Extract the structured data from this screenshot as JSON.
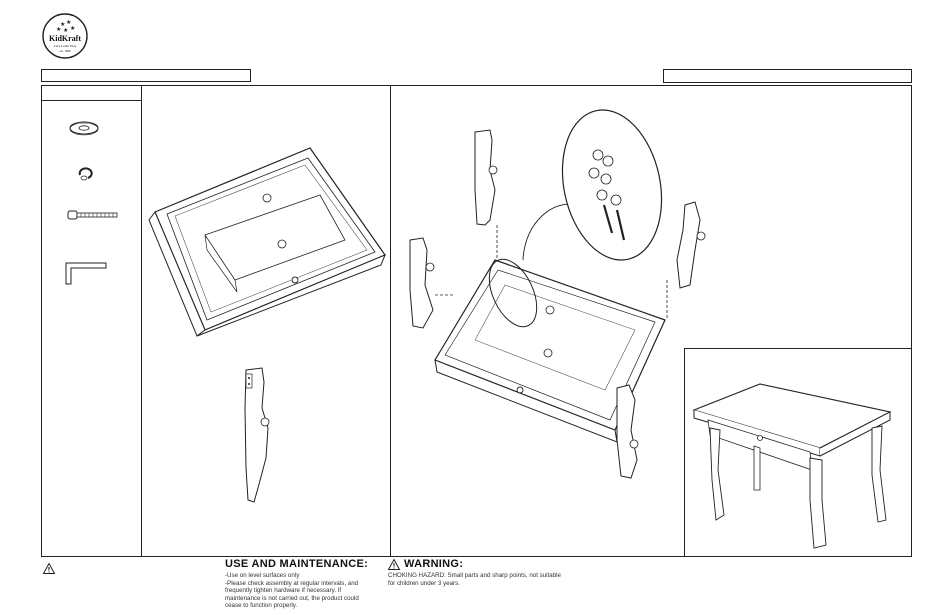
{
  "logo": {
    "brand": "KidKraft",
    "tagline": "Let's Learn Play",
    "established": "est. 1968"
  },
  "footer": {
    "use_maintenance": {
      "title": "USE AND MAINTENANCE:",
      "lines": [
        "-Use on level surfaces only",
        "-Please check assembly at regular intervals, and",
        "frequently tighten hardware if necessary. If",
        "maintenance is not carried out, the product could",
        "cease to function properly."
      ]
    },
    "warning": {
      "title": "WARNING:",
      "lines": [
        "CHOKING HAZARD: Small parts and sharp points, not suitable",
        "for children under 3 years."
      ]
    }
  },
  "colors": {
    "line": "#222222",
    "light_line": "#555555"
  },
  "icons": [
    "warning-triangle-icon",
    "warning-triangle-icon"
  ]
}
